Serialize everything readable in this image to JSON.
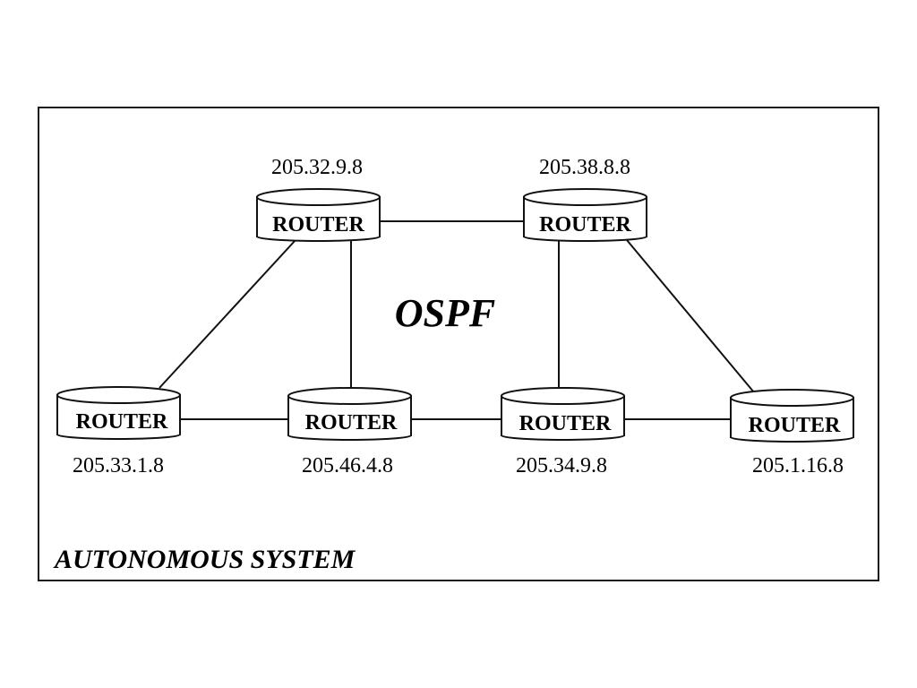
{
  "diagram": {
    "protocol_label": "OSPF",
    "system_label": "AUTONOMOUS SYSTEM",
    "routers": [
      {
        "id": "r1",
        "label": "ROUTER",
        "ip": "205.32.9.8"
      },
      {
        "id": "r2",
        "label": "ROUTER",
        "ip": "205.38.8.8"
      },
      {
        "id": "r3",
        "label": "ROUTER",
        "ip": "205.33.1.8"
      },
      {
        "id": "r4",
        "label": "ROUTER",
        "ip": "205.46.4.8"
      },
      {
        "id": "r5",
        "label": "ROUTER",
        "ip": "205.34.9.8"
      },
      {
        "id": "r6",
        "label": "ROUTER",
        "ip": "205.1.16.8"
      }
    ],
    "links": [
      {
        "from": "r1",
        "to": "r2"
      },
      {
        "from": "r1",
        "to": "r3"
      },
      {
        "from": "r1",
        "to": "r4"
      },
      {
        "from": "r2",
        "to": "r5"
      },
      {
        "from": "r2",
        "to": "r6"
      },
      {
        "from": "r3",
        "to": "r4"
      },
      {
        "from": "r4",
        "to": "r5"
      },
      {
        "from": "r5",
        "to": "r6"
      }
    ]
  }
}
